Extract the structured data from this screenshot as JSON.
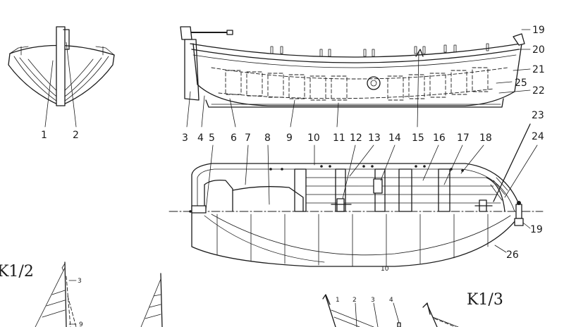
{
  "titles": {
    "k12": "K1/2",
    "k13": "K1/3"
  },
  "section_labels": [
    "1",
    "2"
  ],
  "profile_labels": [
    "3",
    "4",
    "5",
    "6",
    "7",
    "8",
    "9",
    "10",
    "11",
    "12",
    "13",
    "14",
    "15",
    "16",
    "17",
    "18"
  ],
  "right_labels": [
    "19",
    "20",
    "21",
    "25",
    "22",
    "23",
    "24",
    "19",
    "26"
  ],
  "plan_mark": "10",
  "sail_left_labels": [
    "3",
    "9"
  ],
  "sail_right_labels": [
    "1",
    "2",
    "3",
    "4"
  ]
}
